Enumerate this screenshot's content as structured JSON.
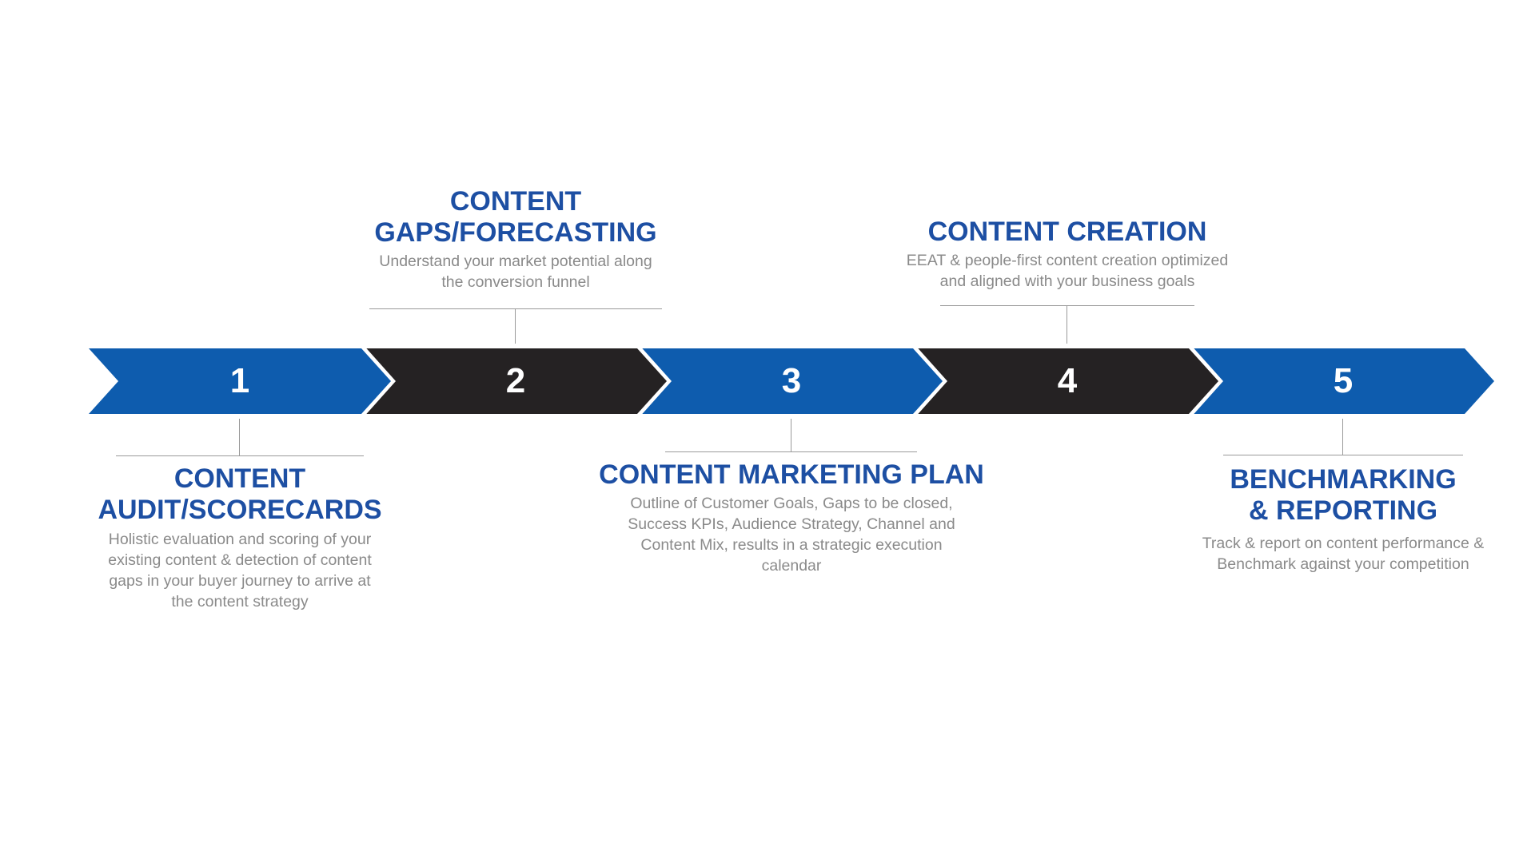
{
  "page": {
    "background": "#ffffff"
  },
  "colors": {
    "blue_arrow": "#0e5cae",
    "dark_arrow": "#252223",
    "title_blue": "#1d4fa3",
    "description_gray": "#8a8a8a",
    "connector_gray": "#9a9a9a",
    "number_white": "#ffffff"
  },
  "diagram": {
    "steps": [
      {
        "number": "1",
        "fill": "#0e5cae",
        "position": "below",
        "title": "CONTENT\nAUDIT/SCORECARDS",
        "description": "Holistic evaluation and scoring of your\nexisting content & detection of content\ngaps in your buyer journey to arrive at\nthe content strategy"
      },
      {
        "number": "2",
        "fill": "#252223",
        "position": "above",
        "title": "CONTENT\nGAPS/FORECASTING",
        "description": "Understand your market potential along\nthe conversion funnel"
      },
      {
        "number": "3",
        "fill": "#0e5cae",
        "position": "below",
        "title": "CONTENT MARKETING PLAN",
        "description": "Outline of Customer Goals, Gaps to be closed,\nSuccess KPIs, Audience Strategy, Channel and\nContent Mix, results in a strategic execution\ncalendar"
      },
      {
        "number": "4",
        "fill": "#252223",
        "position": "above",
        "title": "CONTENT CREATION",
        "description": "EEAT & people-first content creation optimized\nand aligned with your business goals"
      },
      {
        "number": "5",
        "fill": "#0e5cae",
        "position": "below",
        "title": "BENCHMARKING\n& REPORTING",
        "description": "Track & report on content performance &\nBenchmark against your competition"
      }
    ]
  }
}
